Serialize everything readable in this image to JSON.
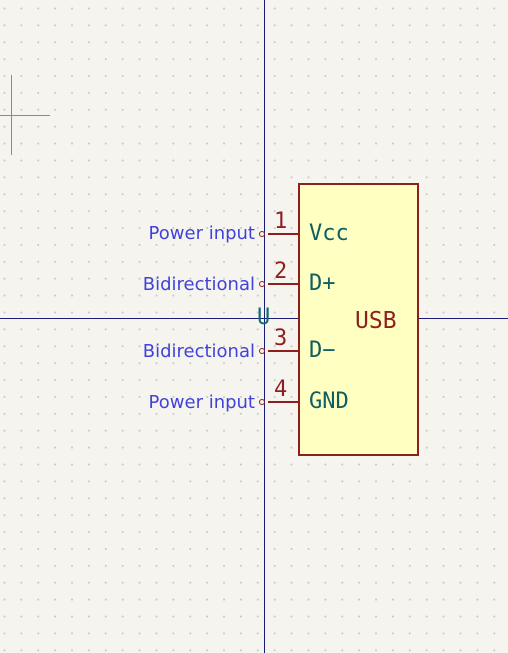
{
  "component": {
    "reference": "U",
    "value": "USB",
    "pins": [
      {
        "number": "1",
        "name": "Vcc",
        "type": "Power input"
      },
      {
        "number": "2",
        "name": "D+",
        "type": "Bidirectional"
      },
      {
        "number": "3",
        "name": "D−",
        "type": "Bidirectional"
      },
      {
        "number": "4",
        "name": "GND",
        "type": "Power input"
      }
    ]
  },
  "colors": {
    "background": "#f5f4ef",
    "body_fill": "#ffffc2",
    "body_outline": "#8e1f1f",
    "pin_name": "#0f5e62",
    "pin_type": "#4242d8",
    "axis": "#1b1b7a"
  }
}
